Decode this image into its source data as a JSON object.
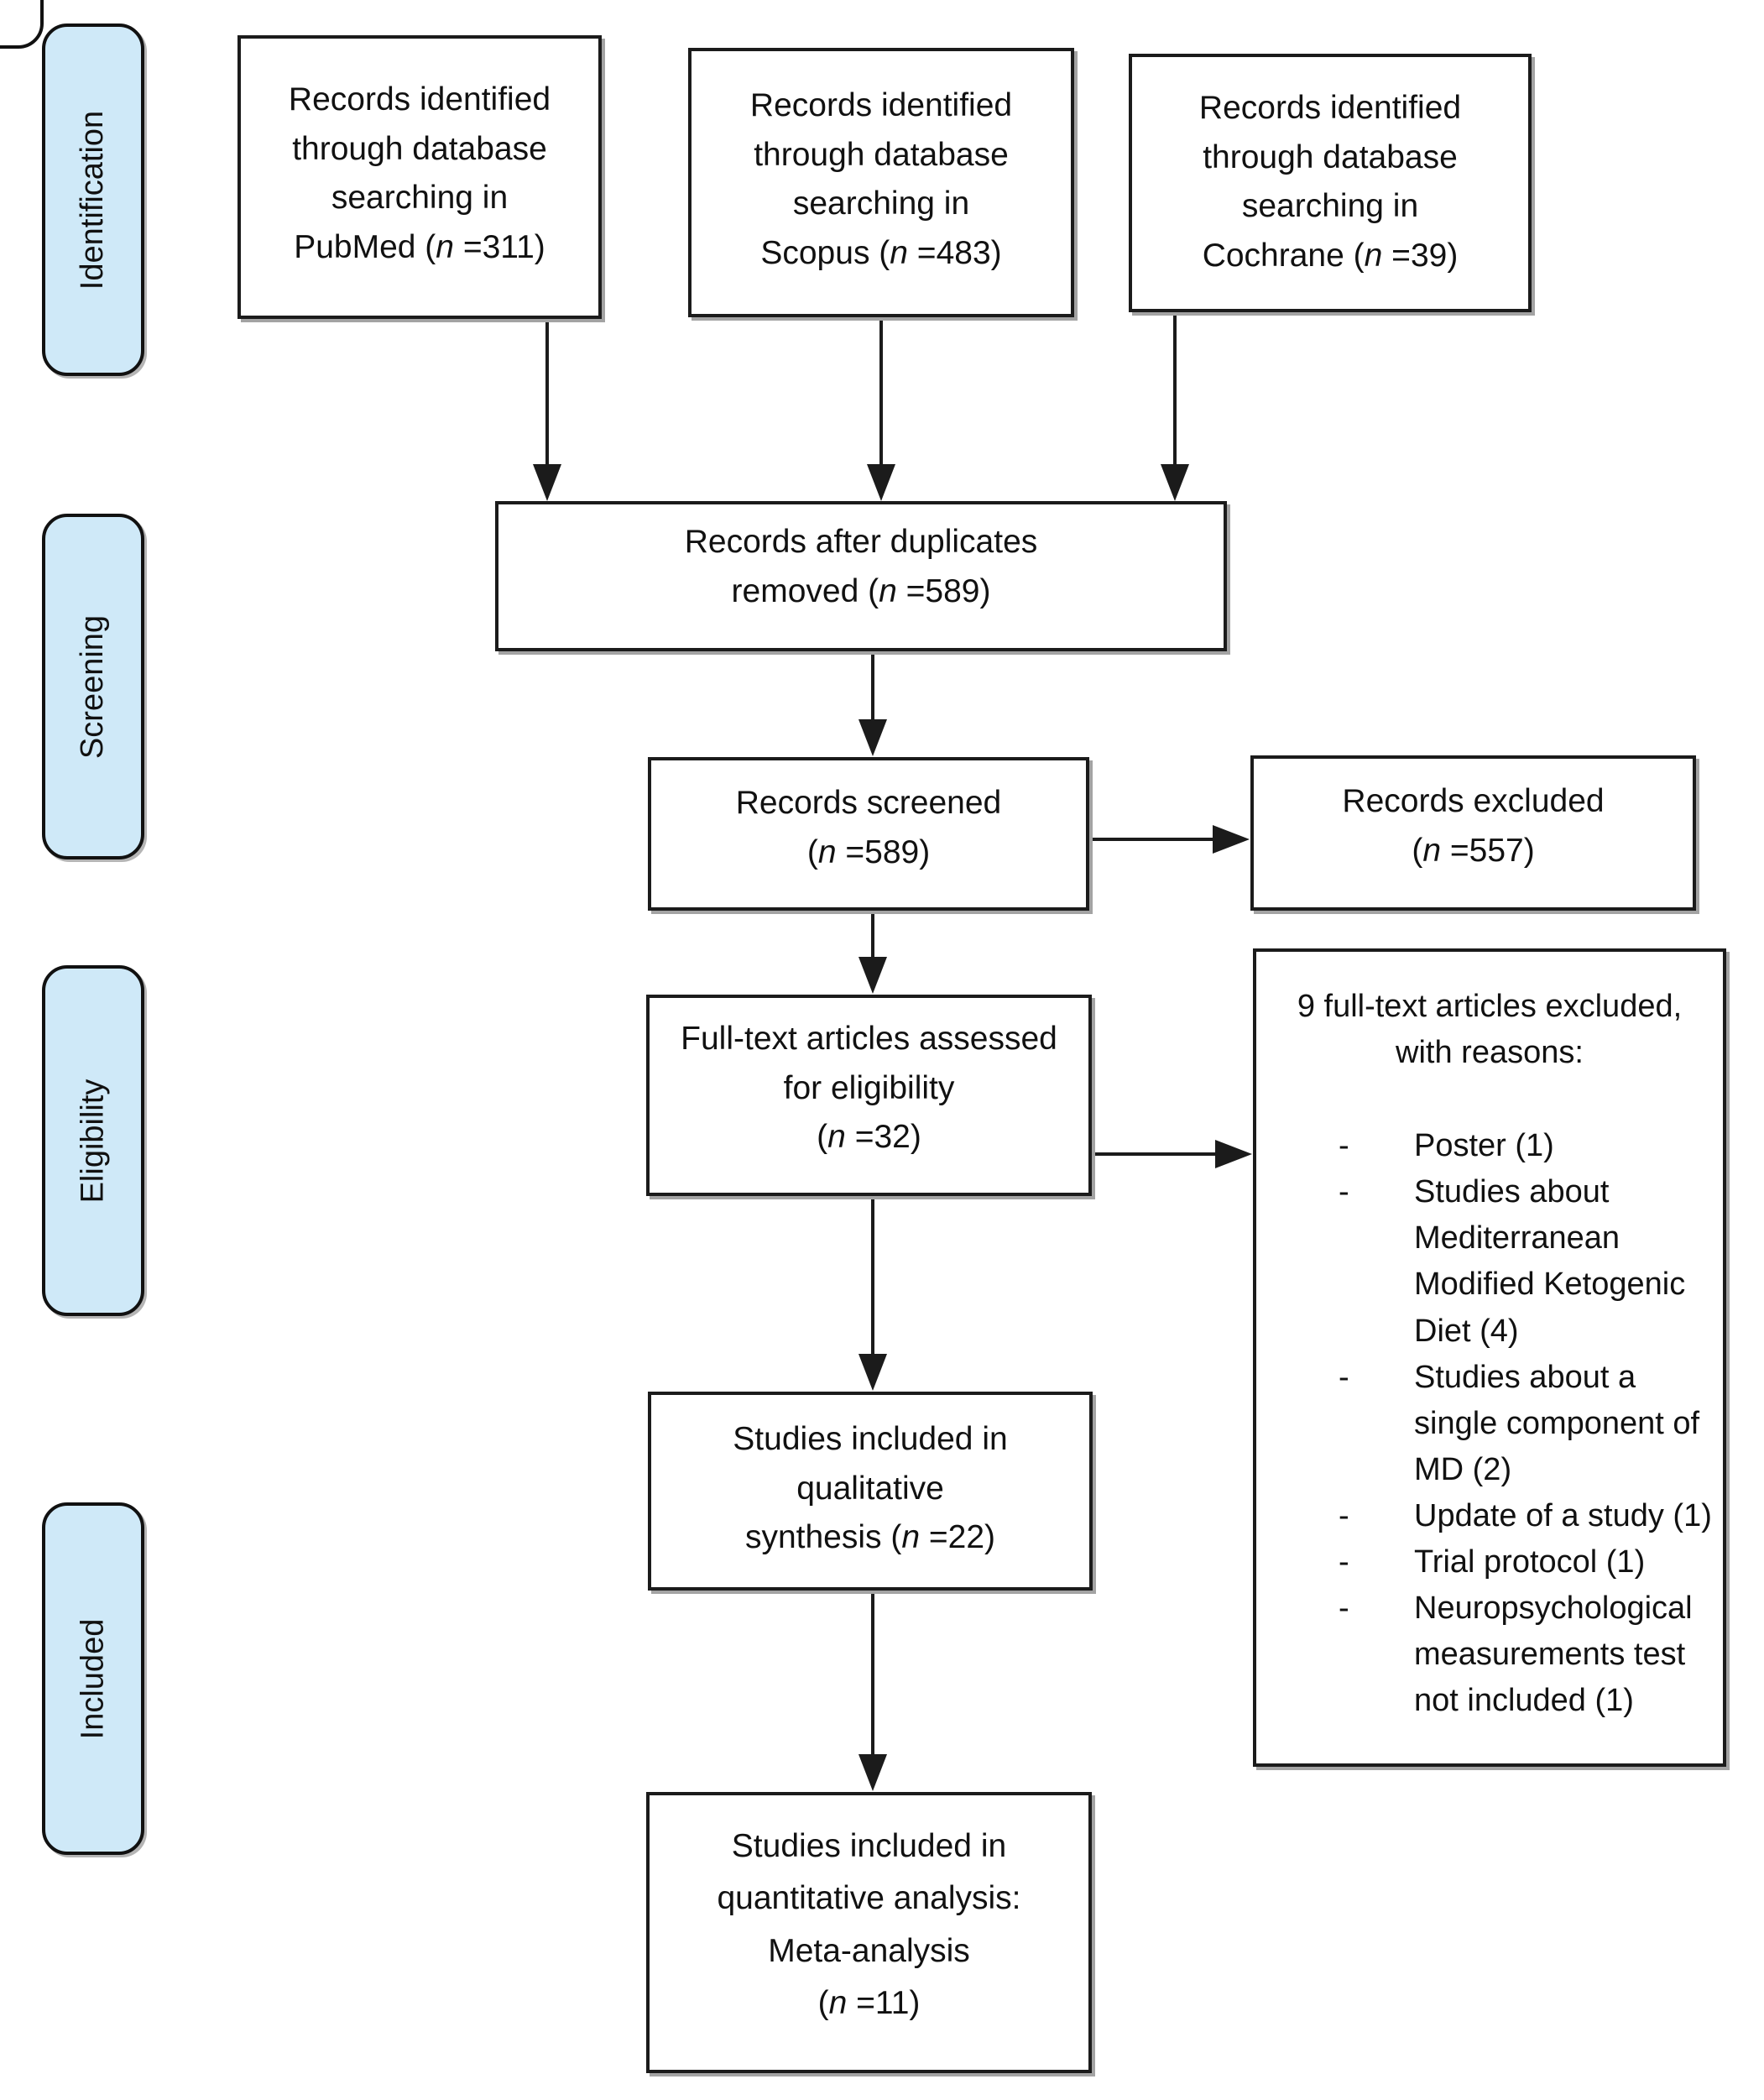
{
  "stages": [
    {
      "label": "Identification"
    },
    {
      "label": "Screening"
    },
    {
      "label": "Eligibility"
    },
    {
      "label": "Included"
    }
  ],
  "boxes": {
    "pubmed": {
      "lines": [
        "Records identified",
        "through database",
        "searching in",
        "PubMed (n =311)"
      ]
    },
    "scopus": {
      "lines": [
        "Records identified",
        "through database",
        "searching in",
        "Scopus (n =483)"
      ]
    },
    "cochrane": {
      "lines": [
        "Records identified",
        "through database",
        "searching in",
        "Cochrane (n =39)"
      ]
    },
    "duplicates_removed": {
      "lines": [
        "Records after duplicates",
        "removed (n =589)"
      ]
    },
    "records_screened": {
      "lines": [
        "Records screened",
        "(n =589)"
      ]
    },
    "records_excluded": {
      "lines": [
        "Records excluded",
        "(n =557)"
      ]
    },
    "fulltext_assessed": {
      "lines": [
        "Full-text articles assessed",
        "for eligibility",
        "(n =32)"
      ]
    },
    "fulltext_excluded": {
      "title_lines": [
        "9 full-text articles excluded,",
        "with reasons:"
      ],
      "items": [
        "Poster (1)",
        "Studies about Mediterranean Modified Ketogenic Diet (4)",
        "Studies about a single component of MD (2)",
        "Update of a study (1)",
        "Trial protocol (1)",
        "Neuropsychological measurements test not included (1)"
      ]
    },
    "qualitative": {
      "lines": [
        "Studies included in",
        "qualitative",
        "synthesis (n =22)"
      ]
    },
    "quantitative": {
      "lines": [
        "Studies included in",
        "quantitative analysis:",
        "Meta-analysis",
        "(n =11)"
      ]
    }
  },
  "colors": {
    "stage_fill": "#cfe9f8",
    "line": "#1b1b1b",
    "background": "#ffffff"
  }
}
